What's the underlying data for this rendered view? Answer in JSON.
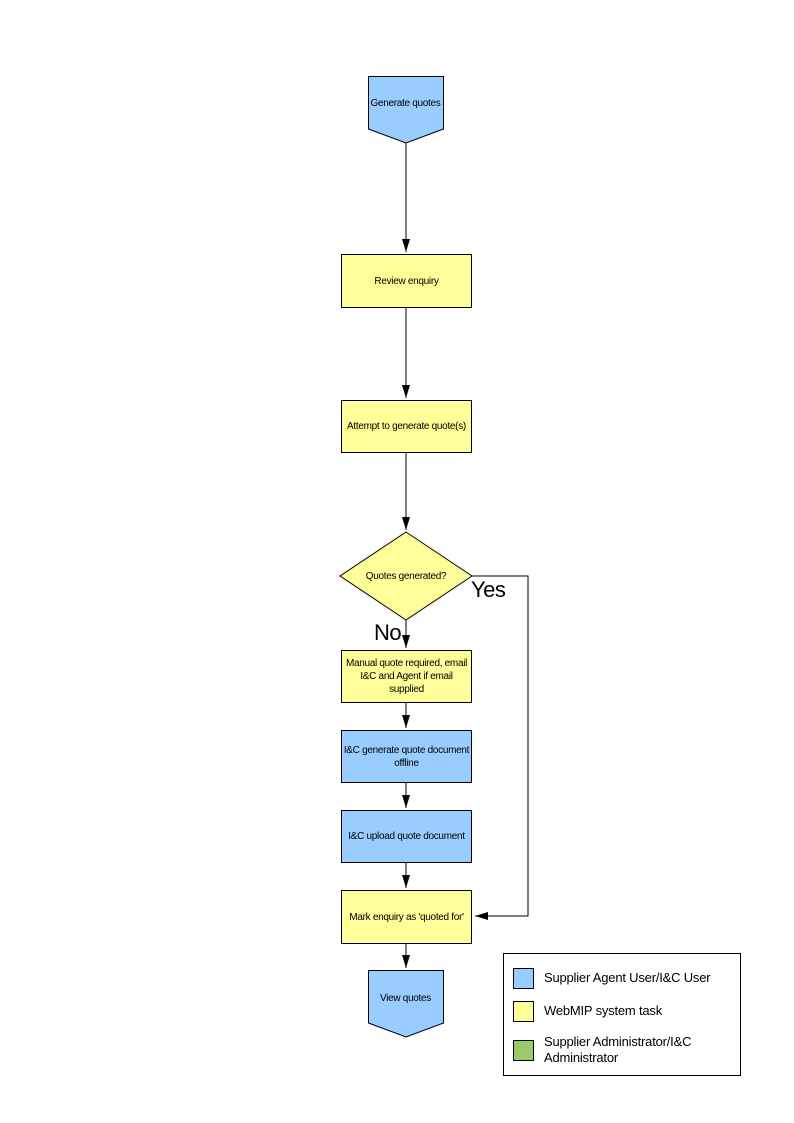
{
  "colors": {
    "blue": "#99CCFF",
    "yellow": "#FFFF99",
    "green": "#99CC66",
    "line": "#000000"
  },
  "flowchart": {
    "nodes": {
      "generate_quotes": {
        "label": "Generate quotes",
        "shape": "pentagon-terminator",
        "color_key": "blue"
      },
      "review_enquiry": {
        "label": "Review enquiry",
        "shape": "process",
        "color_key": "yellow"
      },
      "attempt_generate": {
        "label": "Attempt to generate quote(s)",
        "shape": "process",
        "color_key": "yellow"
      },
      "quotes_generated": {
        "label": "Quotes generated?",
        "shape": "decision",
        "color_key": "yellow"
      },
      "manual_quote": {
        "label": "Manual quote required, email I&C and Agent if email supplied",
        "shape": "process",
        "color_key": "yellow"
      },
      "ic_generate": {
        "label": "I&C generate quote document offline",
        "shape": "process",
        "color_key": "blue"
      },
      "ic_upload": {
        "label": "I&C upload quote document",
        "shape": "process",
        "color_key": "blue"
      },
      "mark_enquiry": {
        "label": "Mark enquiry as 'quoted for'",
        "shape": "process",
        "color_key": "yellow"
      },
      "view_quotes": {
        "label": "View quotes",
        "shape": "pentagon-terminator",
        "color_key": "blue"
      }
    },
    "branch_labels": {
      "yes": "Yes",
      "no": "No"
    },
    "legend": {
      "items": [
        {
          "label": "Supplier Agent User/I&C User",
          "color": "#99CCFF"
        },
        {
          "label": "WebMIP system task",
          "color": "#FFFF99"
        },
        {
          "label": "Supplier Administrator/I&C Administrator",
          "color": "#99CC66"
        }
      ]
    }
  }
}
